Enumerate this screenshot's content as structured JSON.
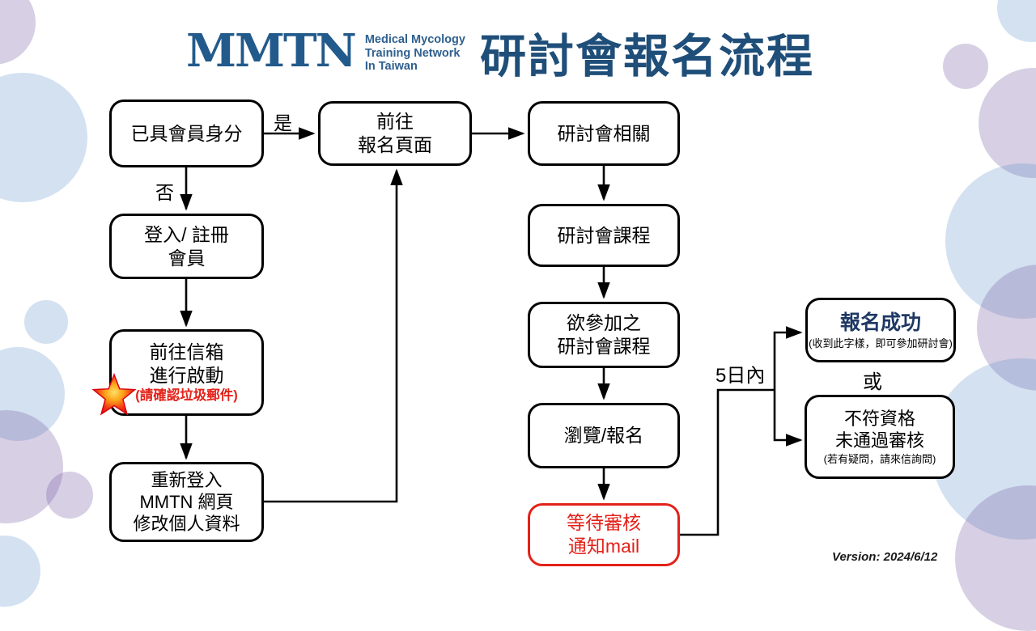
{
  "header": {
    "logo": {
      "text": "MMTN",
      "sub_lines": [
        "Medical Mycology",
        "Training Network",
        "In Taiwan"
      ]
    },
    "title": "研討會報名流程"
  },
  "labels": {
    "yes": "是",
    "no": "否",
    "five_days": "5日內",
    "or": "或"
  },
  "boxes": {
    "member": {
      "lines": [
        "已具會員身分"
      ]
    },
    "login": {
      "lines": [
        "登入/ 註冊",
        "會員"
      ]
    },
    "mailbox": {
      "lines": [
        "前往信箱",
        "進行啟動"
      ],
      "note": "(請確認垃圾郵件)"
    },
    "relogin": {
      "lines": [
        "重新登入",
        "MMTN 網頁",
        "修改個人資料"
      ]
    },
    "goto_register": {
      "lines": [
        "前往",
        "報名頁面"
      ]
    },
    "seminar_related": {
      "lines": [
        "研討會相關"
      ]
    },
    "seminar_course": {
      "lines": [
        "研討會課程"
      ]
    },
    "course_select": {
      "lines": [
        "欲參加之",
        "研討會課程"
      ]
    },
    "browse": {
      "lines": [
        "瀏覽/報名"
      ]
    },
    "wait_mail": {
      "lines": [
        "等待審核",
        "通知mail"
      ]
    },
    "success": {
      "title": "報名成功",
      "note": "(收到此字樣，即可參加研討會)"
    },
    "rejected": {
      "lines": [
        "不符資格",
        "未通過審核"
      ],
      "note": "(若有疑問，請來信詢問)"
    }
  },
  "footer": {
    "version": "Version: 2024/6/12"
  },
  "colors": {
    "brand_blue": "#1F4E79",
    "logo_blue": "#235A8C",
    "logo_sub_blue": "#2F608F",
    "alert_red": "#E32119",
    "success_navy": "#1F3864"
  }
}
